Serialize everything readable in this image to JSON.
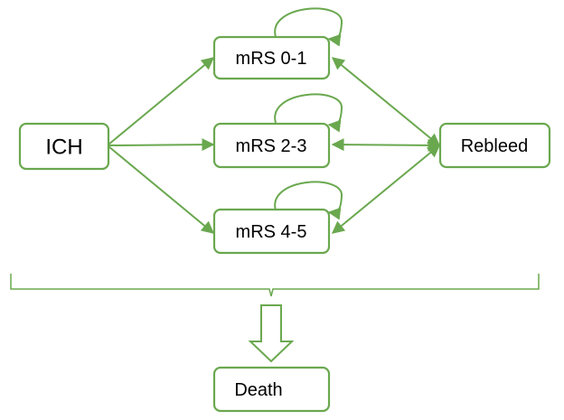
{
  "colors": {
    "accent": "#6aa84f",
    "node_fill": "#ffffff",
    "text": "#000000"
  },
  "nodes": {
    "ich": "ICH",
    "mrs01": "mRS 0-1",
    "mrs23": "mRS 2-3",
    "mrs45": "mRS 4-5",
    "rebleed": "Rebleed",
    "death": "Death"
  },
  "edges": [
    {
      "from": "ich",
      "to": "mrs01",
      "direction": "forward"
    },
    {
      "from": "ich",
      "to": "mrs23",
      "direction": "forward"
    },
    {
      "from": "ich",
      "to": "mrs45",
      "direction": "forward"
    },
    {
      "from": "mrs01",
      "to": "rebleed",
      "direction": "both"
    },
    {
      "from": "mrs23",
      "to": "rebleed",
      "direction": "both"
    },
    {
      "from": "mrs45",
      "to": "rebleed",
      "direction": "both"
    },
    {
      "from": "mrs01",
      "to": "mrs01",
      "direction": "self-loop"
    },
    {
      "from": "mrs23",
      "to": "mrs23",
      "direction": "self-loop"
    },
    {
      "from": "mrs45",
      "to": "mrs45",
      "direction": "self-loop"
    },
    {
      "from": "all-states",
      "to": "death",
      "direction": "forward"
    }
  ]
}
